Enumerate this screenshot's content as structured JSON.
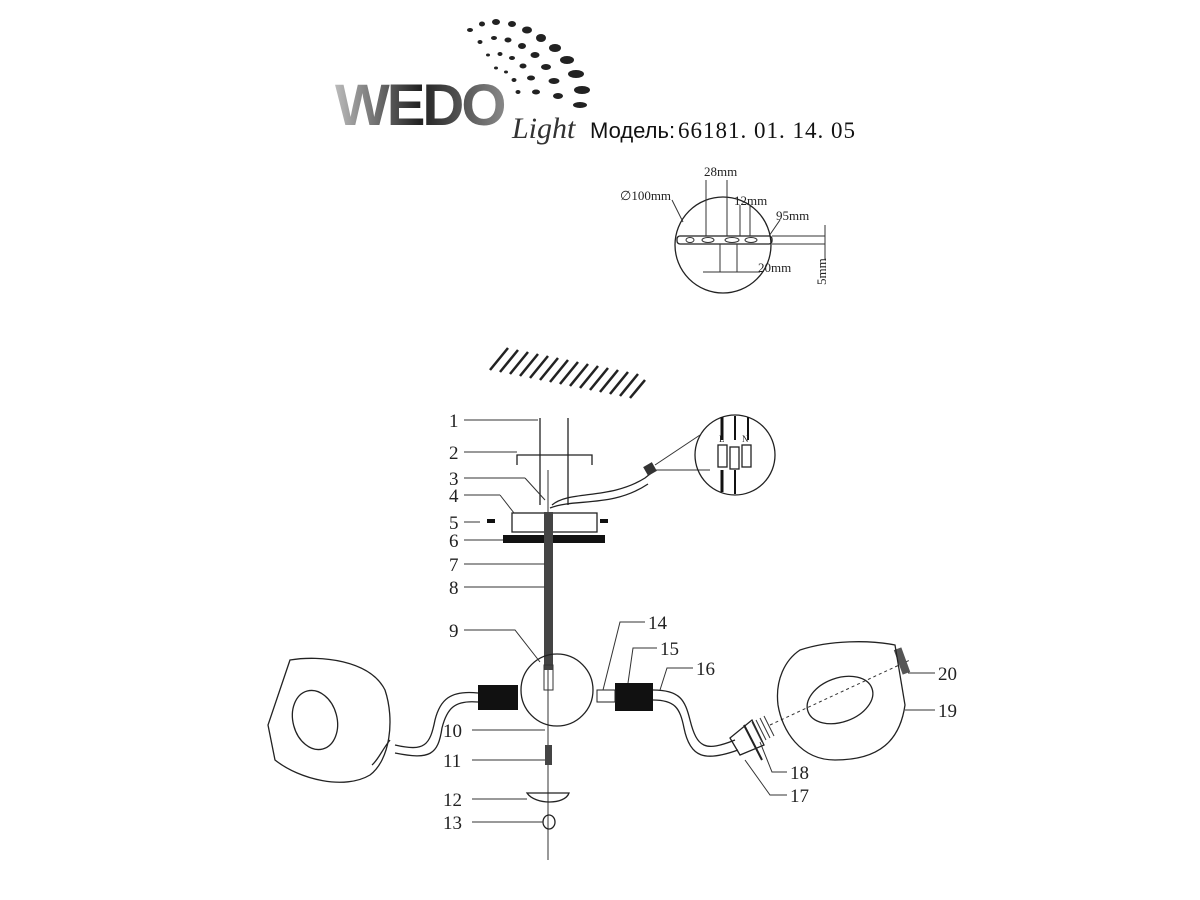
{
  "brand": {
    "logo_main": "WEDO",
    "logo_script": "Light"
  },
  "model": {
    "label": "Модель:",
    "number": "66181. 01. 14. 05"
  },
  "mounting_bar_dimensions": {
    "diameter": "∅100mm",
    "d1": "28mm",
    "d2": "12mm",
    "d3": "95mm",
    "d4": "20mm",
    "d5": "5mm"
  },
  "terminal_block": {
    "live": "L",
    "neutral": "N"
  },
  "parts": [
    "1",
    "2",
    "3",
    "4",
    "5",
    "6",
    "7",
    "8",
    "9",
    "10",
    "11",
    "12",
    "13",
    "14",
    "15",
    "16",
    "17",
    "18",
    "19",
    "20"
  ]
}
